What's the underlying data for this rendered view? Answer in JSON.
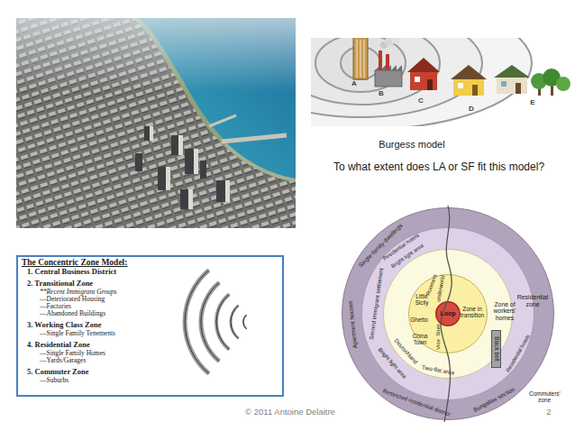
{
  "diagram": {
    "nodes": [
      {
        "text": [
          "The Concentric Zone Model:",
          "1. Central Business District",
          "2. Transitional Zone",
          "**Recent Immigrant Groups",
          "—Deteriorated Housing",
          "—Factories",
          "—Abandoned Buildings",
          "3. Working Class Zone",
          "—Single Family Tenements",
          "4. Residential Zone",
          "—Single Family Homes",
          "—Yards/Garages",
          "5. Commuter Zone",
          "—Suburbs"
        ]
      },
      {
        "text": [
          "Single-family dwellings",
          "Apartment houses",
          "Restricted residential district",
          "Bungalow section"
        ]
      },
      {
        "text": [
          "Residential hotels",
          "Bright light area",
          "Second immigrant settlement",
          "Bright light area",
          "Residential hotels",
          "Residential zone"
        ],
        "in": 1
      },
      {
        "text": [
          "Two-flat area",
          "Deutschland",
          "Zone of workers' homes"
        ],
        "in": 2
      },
      {
        "text": [
          "Black belt"
        ],
        "in": 3
      },
      {
        "text": [
          "Little Sicily",
          "Ghetto",
          "China Town",
          "Roomers",
          "underworld",
          "Slum",
          "Vice",
          "Zone in transition"
        ],
        "in": 3
      },
      {
        "text": [
          "Loop"
        ],
        "in": 5
      }
    ],
    "labels": [
      "A",
      "B",
      "C",
      "D",
      "E",
      "Burgess model",
      "To what extent does LA or SF fit this model?",
      "Commuters' zone",
      "© 2011 Antoine Delaitre",
      "2"
    ]
  }
}
